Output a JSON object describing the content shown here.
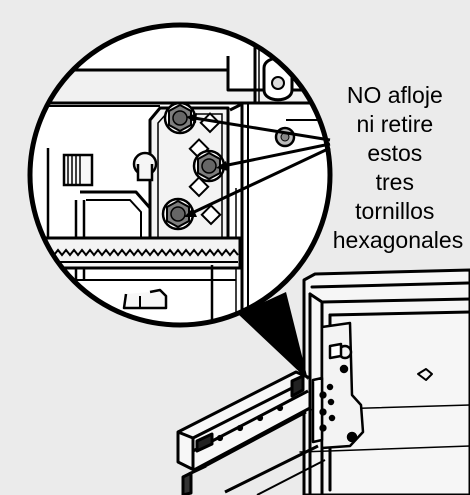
{
  "callout": {
    "lines": [
      "NO afloje",
      "ni retire",
      "estos",
      "tres",
      "tornillos",
      "hexagonales"
    ]
  },
  "colors": {
    "background": "#ebebeb",
    "line": "#000000",
    "panel": "#d9d9d9",
    "bolt": "#7f7f7f"
  },
  "parts": {
    "bolts": [
      {
        "name": "hex-bolt-top"
      },
      {
        "name": "hex-bolt-middle"
      },
      {
        "name": "hex-bolt-bottom"
      }
    ]
  }
}
